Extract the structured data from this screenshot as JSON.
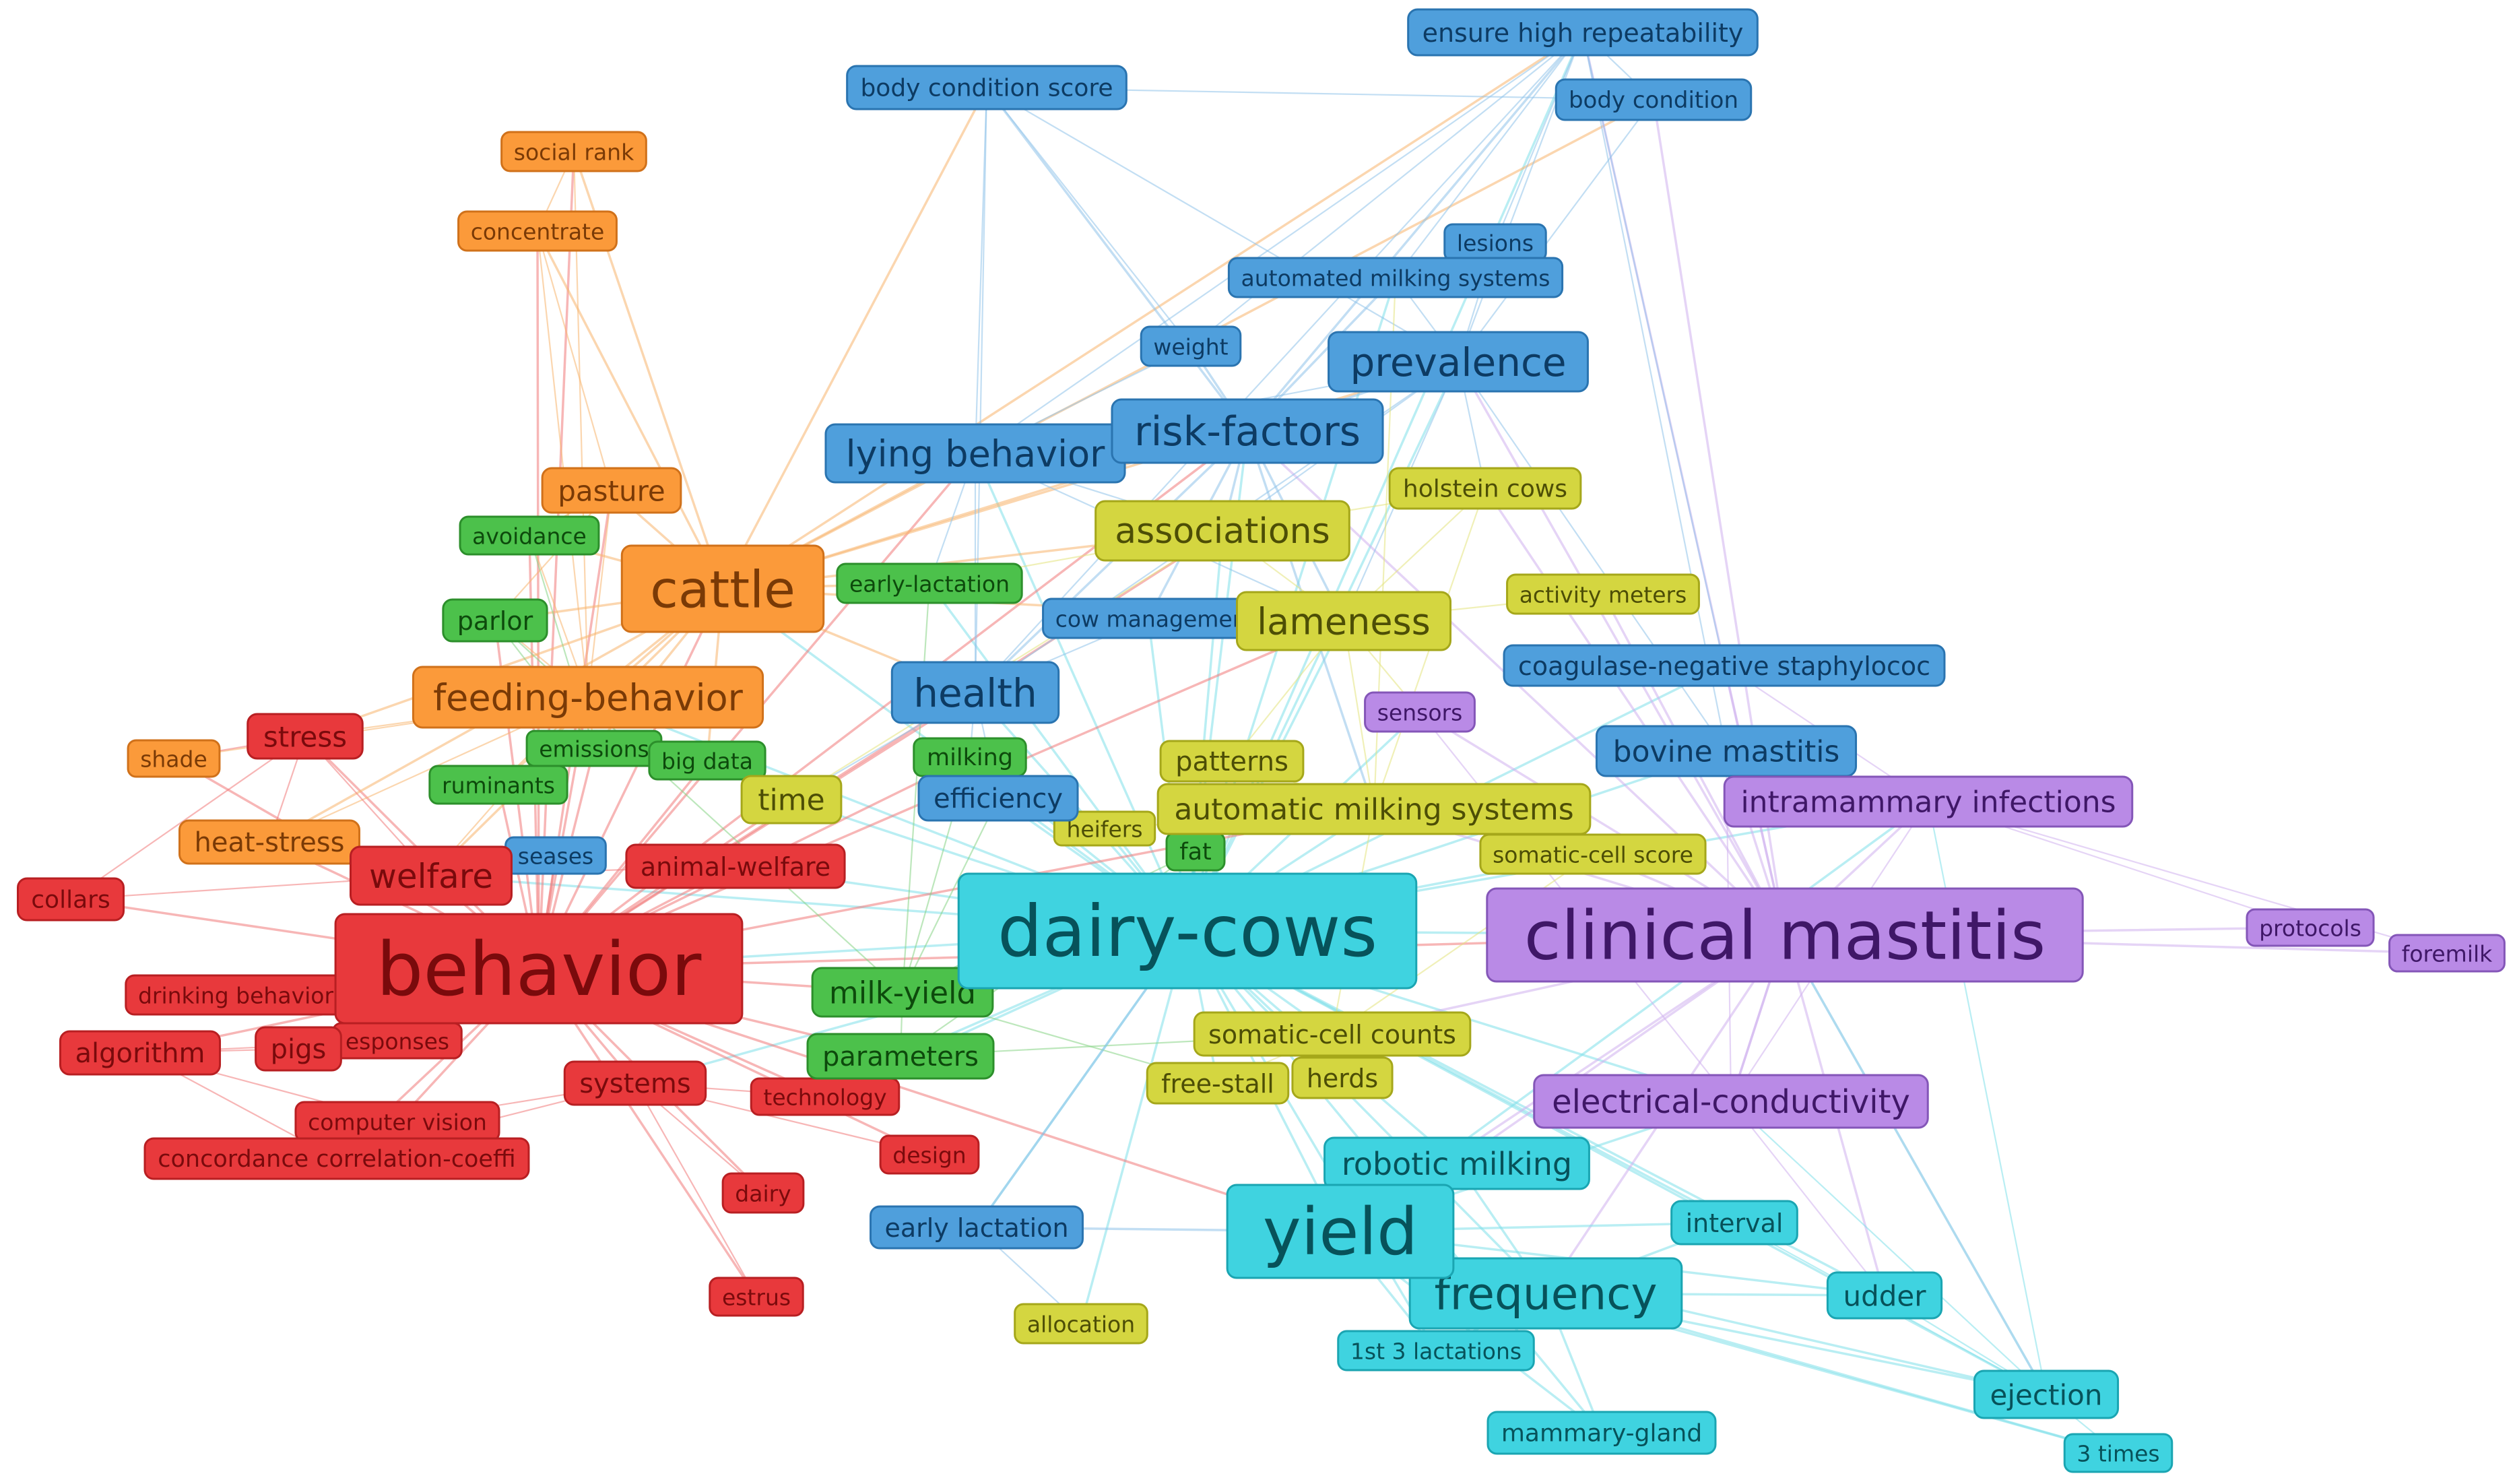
{
  "clusters": {
    "red": {
      "fill": "#e8393c",
      "stroke": "#b81f22",
      "text": "#7a0a0c",
      "edge": "#f07a7a"
    },
    "orange": {
      "fill": "#fb9a3a",
      "stroke": "#d0711a",
      "text": "#7a3a06",
      "edge": "#f7b46e"
    },
    "green": {
      "fill": "#4cc14b",
      "stroke": "#2c8f2b",
      "text": "#0d4a0c",
      "edge": "#86d485"
    },
    "blue": {
      "fill": "#4f9fdc",
      "stroke": "#2a74b0",
      "text": "#0d3b63",
      "edge": "#8fc2ea"
    },
    "yellow": {
      "fill": "#d4d640",
      "stroke": "#a5a71a",
      "text": "#4d4e06",
      "edge": "#e3e47e"
    },
    "cyan": {
      "fill": "#3fd3e0",
      "stroke": "#1aa5b2",
      "text": "#07525a",
      "edge": "#7fe0e9"
    },
    "purple": {
      "fill": "#b98ae6",
      "stroke": "#8456b8",
      "text": "#3f1767",
      "edge": "#cfb0ef"
    }
  },
  "nodes": [
    {
      "label": "ensure high repeatability",
      "cluster": "blue"
    },
    {
      "label": "body condition score",
      "cluster": "blue"
    },
    {
      "label": "body condition",
      "cluster": "blue"
    },
    {
      "label": "social rank",
      "cluster": "orange"
    },
    {
      "label": "concentrate",
      "cluster": "orange"
    },
    {
      "label": "lesions",
      "cluster": "blue"
    },
    {
      "label": "automated milking systems",
      "cluster": "blue"
    },
    {
      "label": "weight",
      "cluster": "blue"
    },
    {
      "label": "prevalence",
      "cluster": "blue"
    },
    {
      "label": "risk-factors",
      "cluster": "blue"
    },
    {
      "label": "lying behavior",
      "cluster": "blue"
    },
    {
      "label": "holstein cows",
      "cluster": "yellow"
    },
    {
      "label": "pasture",
      "cluster": "orange"
    },
    {
      "label": "associations",
      "cluster": "yellow"
    },
    {
      "label": "avoidance",
      "cluster": "green"
    },
    {
      "label": "cattle",
      "cluster": "orange"
    },
    {
      "label": "early-lactation",
      "cluster": "green"
    },
    {
      "label": "activity meters",
      "cluster": "yellow"
    },
    {
      "label": "parlor",
      "cluster": "green"
    },
    {
      "label": "cow managemer",
      "cluster": "blue"
    },
    {
      "label": "lameness",
      "cluster": "yellow"
    },
    {
      "label": "coagulase-negative staphylococ",
      "cluster": "blue"
    },
    {
      "label": "health",
      "cluster": "blue"
    },
    {
      "label": "feeding-behavior",
      "cluster": "orange"
    },
    {
      "label": "sensors",
      "cluster": "purple"
    },
    {
      "label": "stress",
      "cluster": "red"
    },
    {
      "label": "emissions",
      "cluster": "green"
    },
    {
      "label": "big data",
      "cluster": "green"
    },
    {
      "label": "milking",
      "cluster": "green"
    },
    {
      "label": "patterns",
      "cluster": "yellow"
    },
    {
      "label": "bovine mastitis",
      "cluster": "blue"
    },
    {
      "label": "shade",
      "cluster": "orange"
    },
    {
      "label": "ruminants",
      "cluster": "green"
    },
    {
      "label": "time",
      "cluster": "yellow"
    },
    {
      "label": "efficiency",
      "cluster": "blue"
    },
    {
      "label": "automatic milking systems",
      "cluster": "yellow"
    },
    {
      "label": "intramammary infections",
      "cluster": "purple"
    },
    {
      "label": "heifers",
      "cluster": "yellow"
    },
    {
      "label": "heat-stress",
      "cluster": "orange"
    },
    {
      "label": "fat",
      "cluster": "green"
    },
    {
      "label": "somatic-cell score",
      "cluster": "yellow"
    },
    {
      "label": "seases",
      "cluster": "blue"
    },
    {
      "label": "animal-welfare",
      "cluster": "red"
    },
    {
      "label": "welfare",
      "cluster": "red"
    },
    {
      "label": "collars",
      "cluster": "red"
    },
    {
      "label": "dairy-cows",
      "cluster": "cyan"
    },
    {
      "label": "clinical mastitis",
      "cluster": "purple"
    },
    {
      "label": "protocols",
      "cluster": "purple"
    },
    {
      "label": "foremilk",
      "cluster": "purple"
    },
    {
      "label": "behavior",
      "cluster": "red"
    },
    {
      "label": "drinking behavior",
      "cluster": "red"
    },
    {
      "label": "milk-yield",
      "cluster": "green"
    },
    {
      "label": "somatic-cell counts",
      "cluster": "yellow"
    },
    {
      "label": "esponses",
      "cluster": "red"
    },
    {
      "label": "algorithm",
      "cluster": "red"
    },
    {
      "label": "pigs",
      "cluster": "red"
    },
    {
      "label": "parameters",
      "cluster": "green"
    },
    {
      "label": "free-stall",
      "cluster": "yellow"
    },
    {
      "label": "herds",
      "cluster": "yellow"
    },
    {
      "label": "systems",
      "cluster": "red"
    },
    {
      "label": "technology",
      "cluster": "red"
    },
    {
      "label": "electrical-conductivity",
      "cluster": "purple"
    },
    {
      "label": "computer vision",
      "cluster": "red"
    },
    {
      "label": "concordance correlation-coeffi",
      "cluster": "red"
    },
    {
      "label": "design",
      "cluster": "red"
    },
    {
      "label": "robotic milking",
      "cluster": "cyan"
    },
    {
      "label": "dairy",
      "cluster": "red"
    },
    {
      "label": "interval",
      "cluster": "cyan"
    },
    {
      "label": "early lactation",
      "cluster": "blue"
    },
    {
      "label": "yield",
      "cluster": "cyan"
    },
    {
      "label": "frequency",
      "cluster": "cyan"
    },
    {
      "label": "udder",
      "cluster": "cyan"
    },
    {
      "label": "estrus",
      "cluster": "red"
    },
    {
      "label": "allocation",
      "cluster": "yellow"
    },
    {
      "label": "1st 3 lactations",
      "cluster": "cyan"
    },
    {
      "label": "ejection",
      "cluster": "cyan"
    },
    {
      "label": "mammary-gland",
      "cluster": "cyan"
    },
    {
      "label": "3 times",
      "cluster": "cyan"
    }
  ]
}
